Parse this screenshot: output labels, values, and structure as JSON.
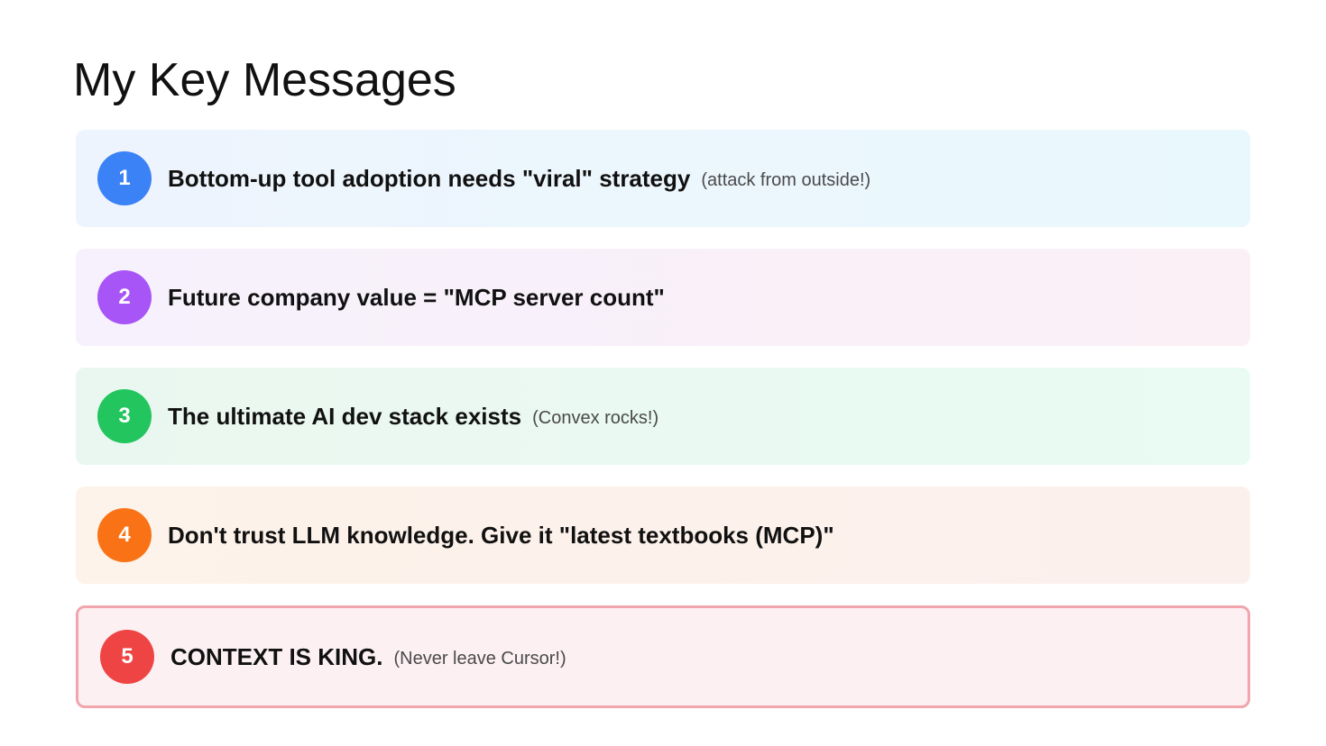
{
  "title": "My Key Messages",
  "messages": [
    {
      "number": "1",
      "text": "Bottom-up tool adoption needs \"viral\" strategy",
      "note": "(attack from outside!)",
      "badge_color": "#3b82f6"
    },
    {
      "number": "2",
      "text": "Future company value = \"MCP server count\"",
      "note": "",
      "badge_color": "#a855f7"
    },
    {
      "number": "3",
      "text": "The ultimate AI dev stack exists",
      "note": "(Convex rocks!)",
      "badge_color": "#22c55e"
    },
    {
      "number": "4",
      "text": "Don't trust LLM knowledge. Give it \"latest textbooks (MCP)\"",
      "note": "",
      "badge_color": "#f97316"
    },
    {
      "number": "5",
      "text": "CONTEXT IS KING.",
      "note": "(Never leave Cursor!)",
      "badge_color": "#ef4444"
    }
  ]
}
